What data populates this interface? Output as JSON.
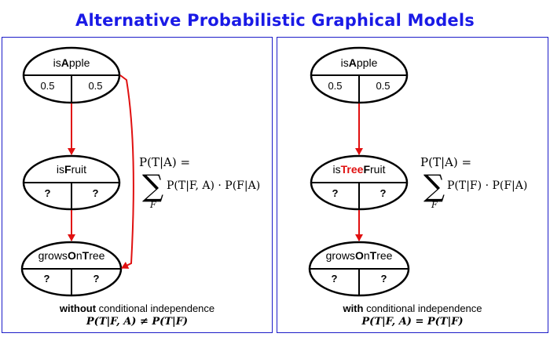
{
  "title": "Alternative Probabilistic Graphical Models",
  "left": {
    "nodes": {
      "apple": {
        "pre": "is",
        "bold": "A",
        "post": "pple",
        "cells": [
          "0.5",
          "0.5"
        ]
      },
      "fruit": {
        "pre": "is",
        "bold": "F",
        "post": "ruit",
        "cells": [
          "?",
          "?"
        ]
      },
      "tree": {
        "pre": "grows",
        "bold1": "O",
        "mid": "n",
        "bold2": "T",
        "post": "ree",
        "cells": [
          "?",
          "?"
        ]
      }
    },
    "formula": {
      "lhs": "P(T|A) =",
      "rhs": "P(T|F, A) · P(F|A)",
      "sub": "F"
    },
    "caption": {
      "bold": "without",
      "rest": " conditional independence",
      "math": "P(T|F, A) ≠ P(T|F)"
    }
  },
  "right": {
    "nodes": {
      "apple": {
        "pre": "is",
        "bold": "A",
        "post": "pple",
        "cells": [
          "0.5",
          "0.5"
        ]
      },
      "fruit": {
        "pre": "is",
        "bold_red": "Tree",
        "bold": "F",
        "post": "ruit",
        "cells": [
          "?",
          "?"
        ]
      },
      "tree": {
        "pre": "grows",
        "bold1": "O",
        "mid": "n",
        "bold2": "T",
        "post": "ree",
        "cells": [
          "?",
          "?"
        ]
      }
    },
    "formula": {
      "lhs": "P(T|A) =",
      "rhs": "P(T|F) · P(F|A)",
      "sub": "F"
    },
    "caption": {
      "bold": "with",
      "rest": " conditional independence",
      "math": "P(T|F, A) = P(T|F)"
    }
  },
  "colors": {
    "title": "#1a1ae6",
    "border": "#1c1cc8",
    "arrow": "#e01010"
  }
}
